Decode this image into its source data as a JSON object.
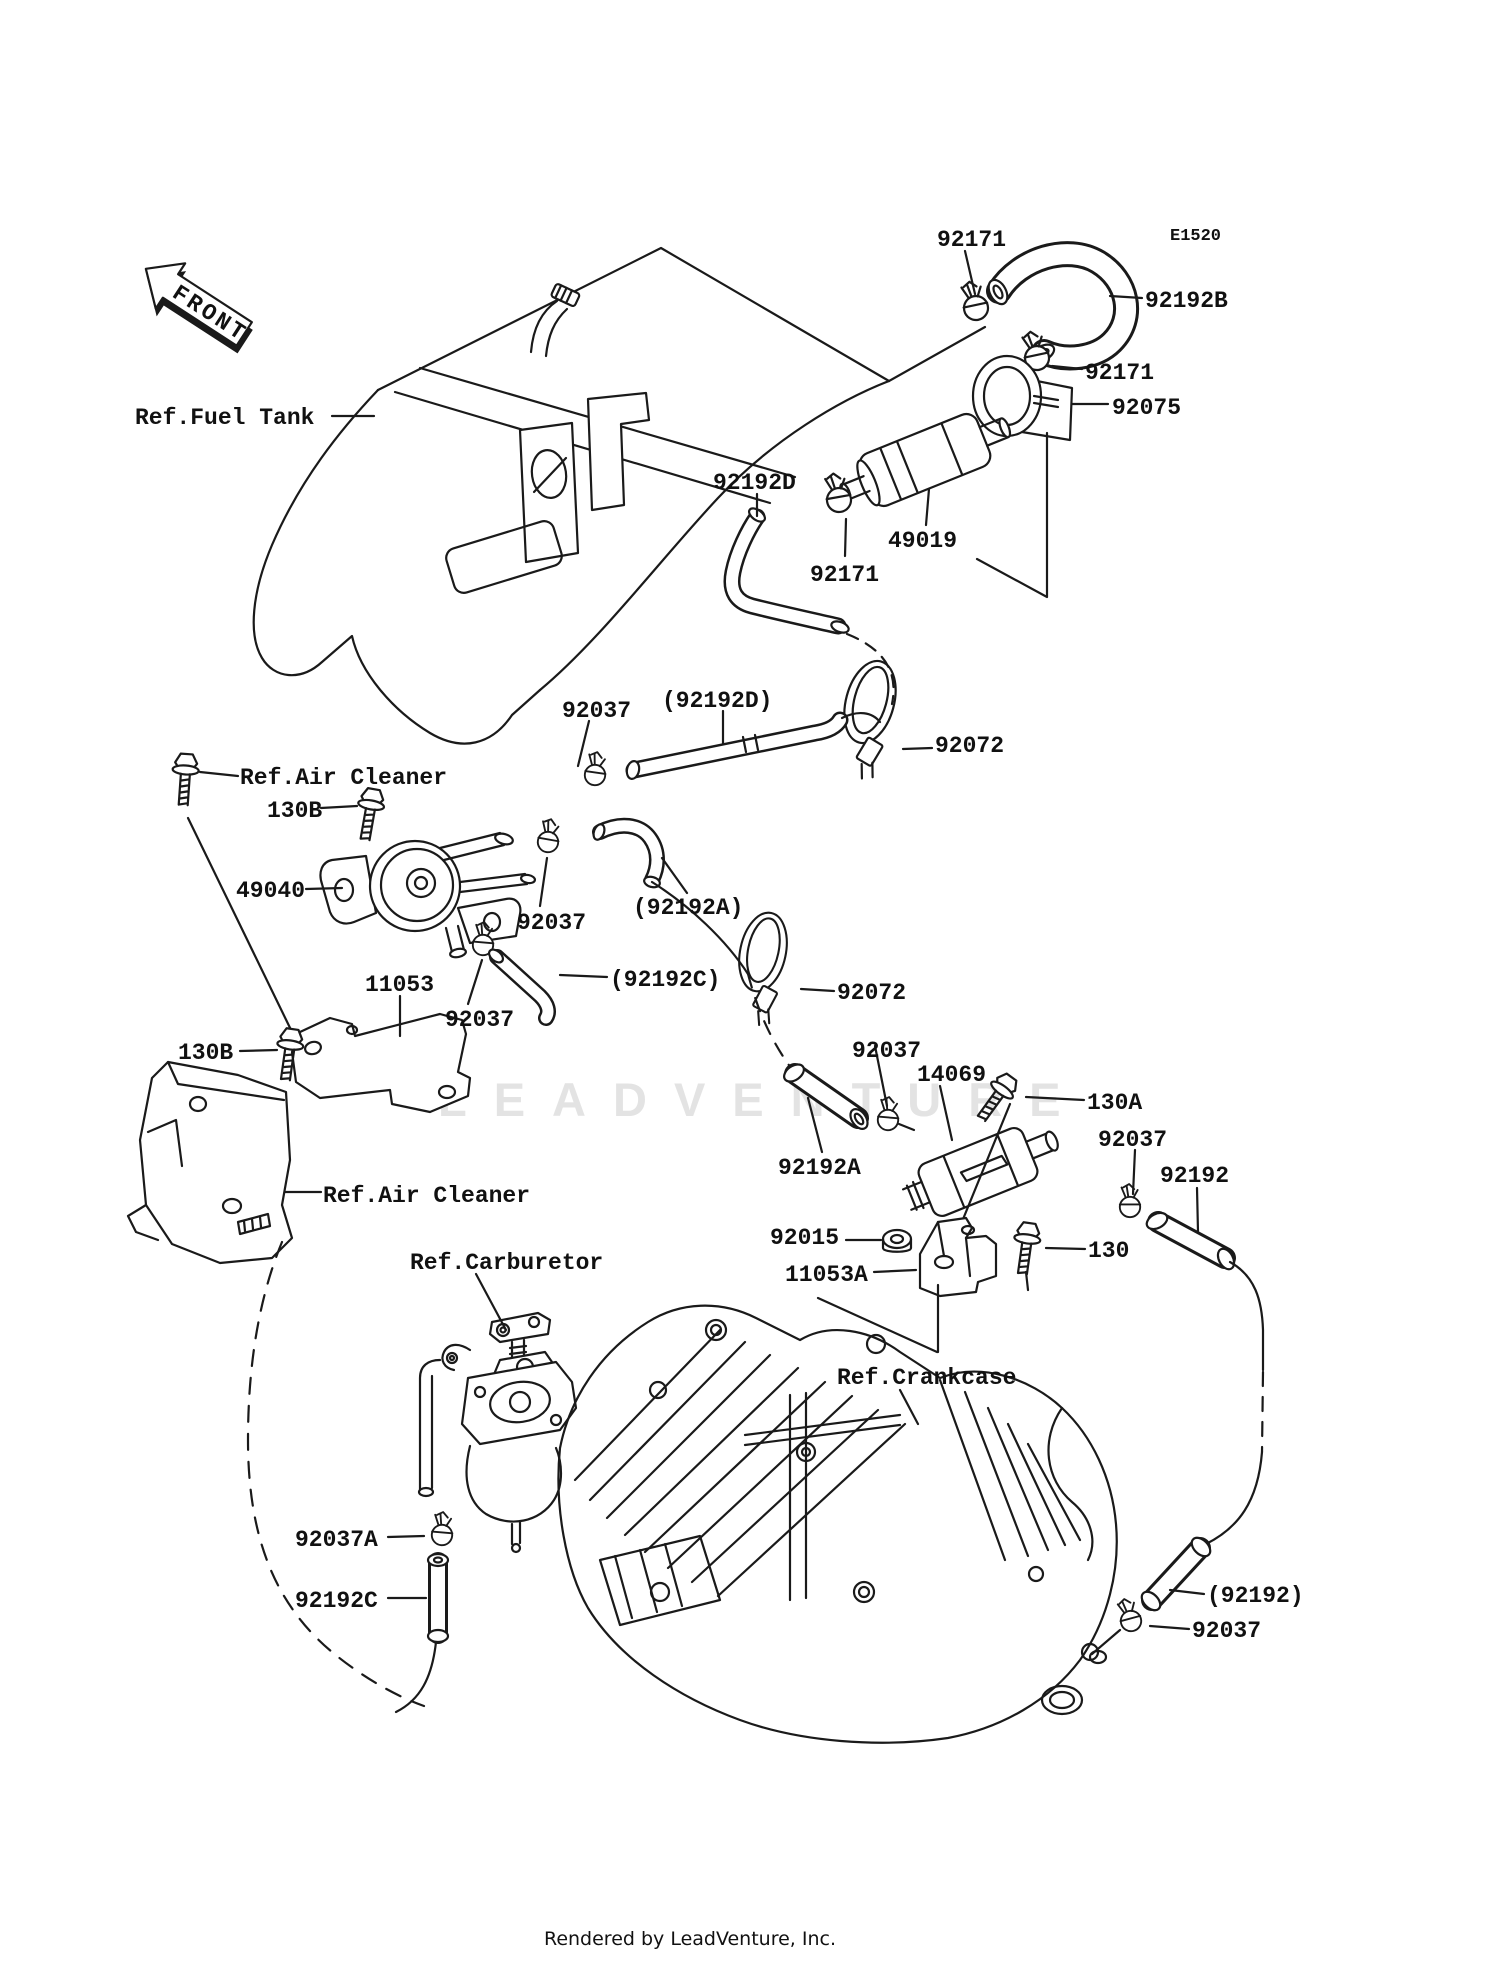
{
  "page": {
    "code": "E1520",
    "front_marker": "FRONT",
    "watermark": "LEADVENTURE",
    "footer": "Rendered by LeadVenture, Inc."
  },
  "labels": [
    {
      "text": "92171"
    },
    {
      "text": "E1520"
    },
    {
      "text": "92192B"
    },
    {
      "text": "92171"
    },
    {
      "text": "92075"
    },
    {
      "text": "Ref.Fuel Tank"
    },
    {
      "text": "92192D"
    },
    {
      "text": "49019"
    },
    {
      "text": "92171"
    },
    {
      "text": "92037"
    },
    {
      "text": "(92192D)"
    },
    {
      "text": "92072"
    },
    {
      "text": "Ref.Air Cleaner"
    },
    {
      "text": "130B"
    },
    {
      "text": "49040"
    },
    {
      "text": "92037"
    },
    {
      "text": "(92192A)"
    },
    {
      "text": "11053"
    },
    {
      "text": "(92192C)"
    },
    {
      "text": "92037"
    },
    {
      "text": "92072"
    },
    {
      "text": "130B"
    },
    {
      "text": "92037"
    },
    {
      "text": "14069"
    },
    {
      "text": "130A"
    },
    {
      "text": "92037"
    },
    {
      "text": "92192A"
    },
    {
      "text": "92192"
    },
    {
      "text": "Ref.Air Cleaner"
    },
    {
      "text": "Ref.Carburetor"
    },
    {
      "text": "92015"
    },
    {
      "text": "130"
    },
    {
      "text": "11053A"
    },
    {
      "text": "Ref.Crankcase"
    },
    {
      "text": "92037A"
    },
    {
      "text": "92192C"
    },
    {
      "text": "(92192)"
    },
    {
      "text": "92037"
    }
  ]
}
